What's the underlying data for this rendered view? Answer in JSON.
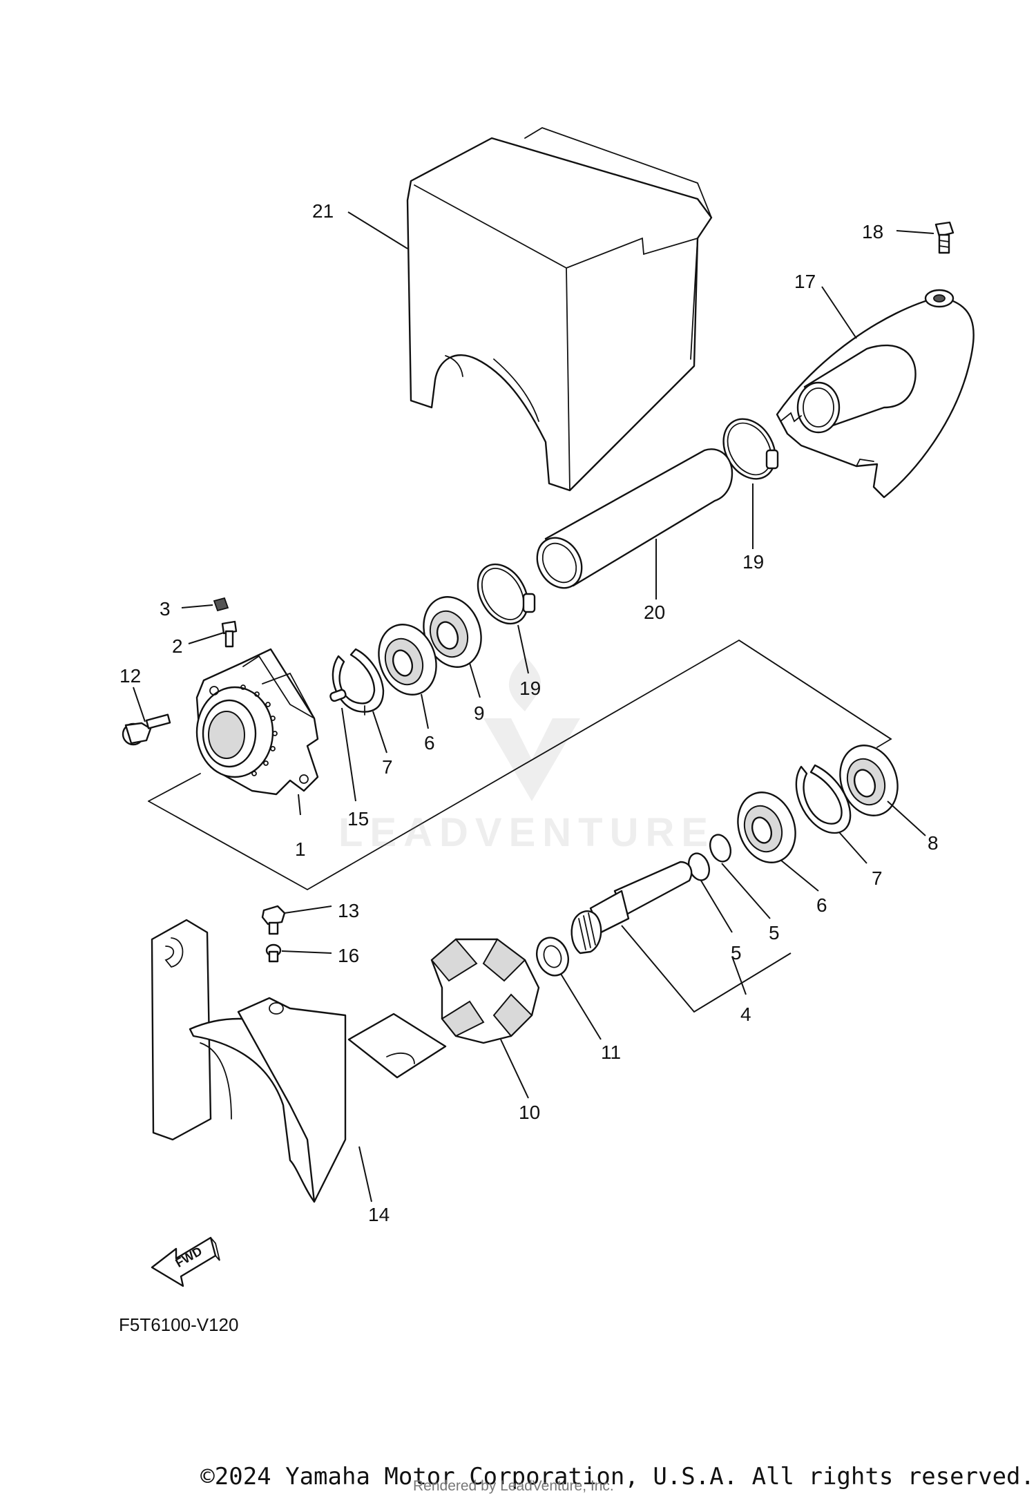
{
  "callouts": {
    "c1": "1",
    "c2": "2",
    "c3": "3",
    "c4": "4",
    "c5a": "5",
    "c5b": "5",
    "c6a": "6",
    "c6b": "6",
    "c7a": "7",
    "c7b": "7",
    "c8": "8",
    "c9": "9",
    "c10": "10",
    "c11": "11",
    "c12": "12",
    "c13": "13",
    "c14": "14",
    "c15": "15",
    "c16": "16",
    "c17": "17",
    "c18": "18",
    "c19a": "19",
    "c19b": "19",
    "c20": "20",
    "c21": "21"
  },
  "fwd_label": "FWD",
  "diagram_code": "F5T6100-V120",
  "copyright": "©2024 Yamaha Motor Corporation, U.S.A. All rights reserved.",
  "rendered_by": "Rendered by LeadVenture, Inc.",
  "watermark": "LEADVENTURE",
  "colors": {
    "line": "#111111",
    "background": "#ffffff",
    "watermark": "#969696"
  }
}
